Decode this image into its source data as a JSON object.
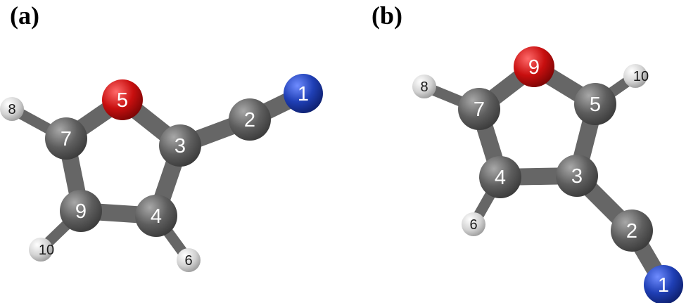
{
  "colors": {
    "carbon": "#5e5e5e",
    "oxygen": "#c80f0f",
    "nitrogen": "#1f3fb5",
    "hydrogen": "#d2d2d2",
    "bond": "#666666"
  },
  "panels": [
    {
      "label": "(a)",
      "atoms": [
        {
          "id": "1",
          "element": "N"
        },
        {
          "id": "2",
          "element": "C"
        },
        {
          "id": "3",
          "element": "C"
        },
        {
          "id": "4",
          "element": "C"
        },
        {
          "id": "5",
          "element": "O"
        },
        {
          "id": "6",
          "element": "H"
        },
        {
          "id": "7",
          "element": "C"
        },
        {
          "id": "8",
          "element": "H"
        },
        {
          "id": "9",
          "element": "C"
        },
        {
          "id": "10",
          "element": "H"
        }
      ],
      "bonds": [
        [
          "1",
          "2"
        ],
        [
          "2",
          "3"
        ],
        [
          "3",
          "5"
        ],
        [
          "3",
          "4"
        ],
        [
          "4",
          "9"
        ],
        [
          "9",
          "7"
        ],
        [
          "7",
          "5"
        ],
        [
          "4",
          "6"
        ],
        [
          "7",
          "8"
        ],
        [
          "9",
          "10"
        ]
      ]
    },
    {
      "label": "(b)",
      "atoms": [
        {
          "id": "1",
          "element": "N"
        },
        {
          "id": "2",
          "element": "C"
        },
        {
          "id": "3",
          "element": "C"
        },
        {
          "id": "4",
          "element": "C"
        },
        {
          "id": "5",
          "element": "C"
        },
        {
          "id": "6",
          "element": "H"
        },
        {
          "id": "7",
          "element": "C"
        },
        {
          "id": "8",
          "element": "H"
        },
        {
          "id": "9",
          "element": "O"
        },
        {
          "id": "10",
          "element": "H"
        }
      ],
      "bonds": [
        [
          "1",
          "2"
        ],
        [
          "2",
          "3"
        ],
        [
          "3",
          "4"
        ],
        [
          "3",
          "5"
        ],
        [
          "5",
          "9"
        ],
        [
          "9",
          "7"
        ],
        [
          "7",
          "4"
        ],
        [
          "4",
          "6"
        ],
        [
          "7",
          "8"
        ],
        [
          "5",
          "10"
        ]
      ]
    }
  ]
}
